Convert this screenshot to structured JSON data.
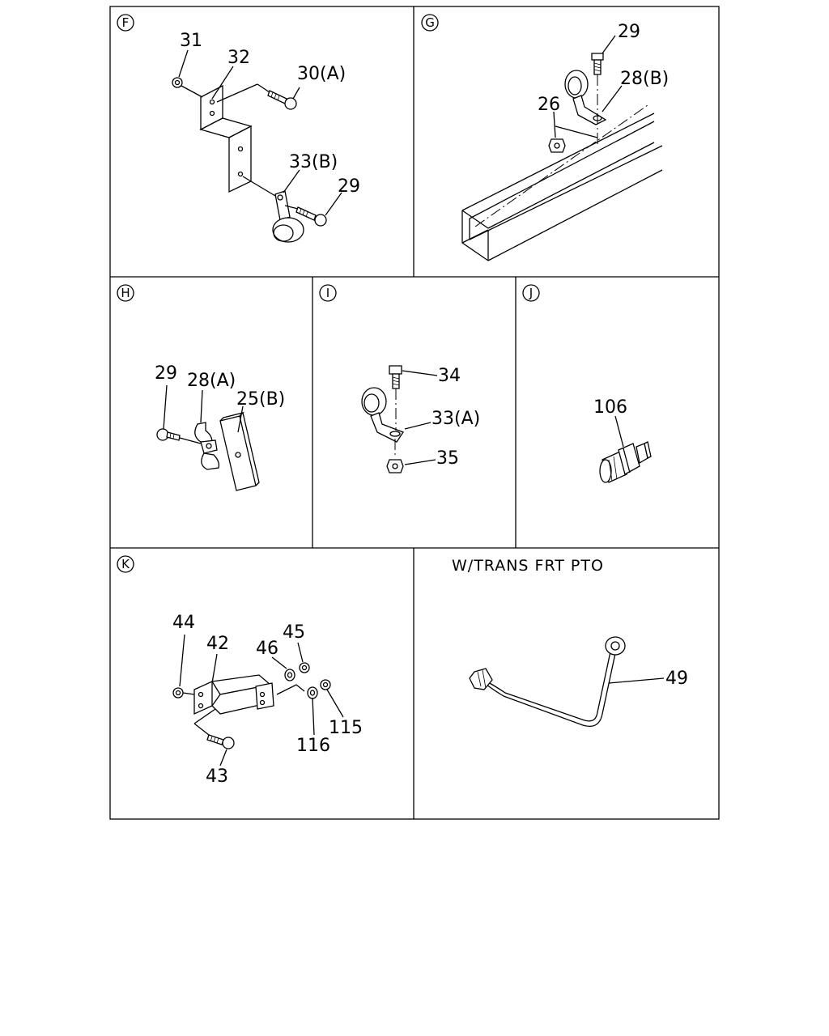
{
  "panels": {
    "F": {
      "letter": "F",
      "callouts": {
        "c31": "31",
        "c32": "32",
        "c30A": "30(A)",
        "c33B": "33(B)",
        "c29": "29"
      }
    },
    "G": {
      "letter": "G",
      "callouts": {
        "c29": "29",
        "c28B": "28(B)",
        "c26": "26"
      }
    },
    "H": {
      "letter": "H",
      "callouts": {
        "c29": "29",
        "c28A": "28(A)",
        "c25B": "25(B)"
      }
    },
    "I": {
      "letter": "I",
      "callouts": {
        "c34": "34",
        "c33A": "33(A)",
        "c35": "35"
      }
    },
    "J": {
      "letter": "J",
      "callouts": {
        "c106": "106"
      }
    },
    "K": {
      "letter": "K",
      "callouts": {
        "c44": "44",
        "c42": "42",
        "c46": "46",
        "c45": "45",
        "c115": "115",
        "c116": "116",
        "c43": "43"
      }
    },
    "L": {
      "caption": "W/TRANS FRT PTO",
      "callouts": {
        "c49": "49"
      }
    }
  }
}
